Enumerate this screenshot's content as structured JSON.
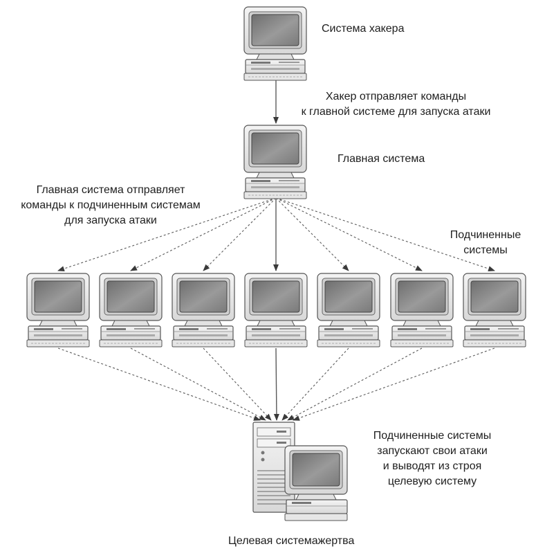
{
  "diagram": {
    "hacker_label": "Система хакера",
    "hacker_command": [
      "Хакер отправляет команды",
      "к главной системе для запуска атаки"
    ],
    "master_label": "Главная система",
    "master_command": [
      "Главная система отправляет",
      "команды к подчиненным системам",
      "для запуска атаки"
    ],
    "slaves_label": [
      "Подчиненные",
      "системы"
    ],
    "attack_text": [
      "Подчиненные системы",
      "запускают свои атаки",
      "и выводят из строя",
      "целевую систему"
    ],
    "target_label": "Целевая системажертва"
  },
  "graph": {
    "nodes": [
      {
        "id": "hacker",
        "kind": "computer"
      },
      {
        "id": "master",
        "kind": "computer"
      },
      {
        "id": "slave-1",
        "kind": "computer"
      },
      {
        "id": "slave-2",
        "kind": "computer"
      },
      {
        "id": "slave-3",
        "kind": "computer"
      },
      {
        "id": "slave-4",
        "kind": "computer"
      },
      {
        "id": "slave-5",
        "kind": "computer"
      },
      {
        "id": "slave-6",
        "kind": "computer"
      },
      {
        "id": "slave-7",
        "kind": "computer"
      },
      {
        "id": "target",
        "kind": "server-with-monitor"
      }
    ],
    "edges": [
      {
        "from": "hacker",
        "to": "master",
        "style": "solid"
      },
      {
        "from": "master",
        "to": "slave-1",
        "style": "dashed"
      },
      {
        "from": "master",
        "to": "slave-2",
        "style": "dashed"
      },
      {
        "from": "master",
        "to": "slave-3",
        "style": "dashed"
      },
      {
        "from": "master",
        "to": "slave-4",
        "style": "solid"
      },
      {
        "from": "master",
        "to": "slave-5",
        "style": "dashed"
      },
      {
        "from": "master",
        "to": "slave-6",
        "style": "dashed"
      },
      {
        "from": "master",
        "to": "slave-7",
        "style": "dashed"
      },
      {
        "from": "slave-1",
        "to": "target",
        "style": "dashed"
      },
      {
        "from": "slave-2",
        "to": "target",
        "style": "dashed"
      },
      {
        "from": "slave-3",
        "to": "target",
        "style": "dashed"
      },
      {
        "from": "slave-4",
        "to": "target",
        "style": "solid"
      },
      {
        "from": "slave-5",
        "to": "target",
        "style": "dashed"
      },
      {
        "from": "slave-6",
        "to": "target",
        "style": "dashed"
      },
      {
        "from": "slave-7",
        "to": "target",
        "style": "dashed"
      }
    ]
  },
  "colors": {
    "line": "#5a5a5a",
    "case": "#ececec",
    "screen": "#8a8a8a",
    "outline": "#555555"
  }
}
